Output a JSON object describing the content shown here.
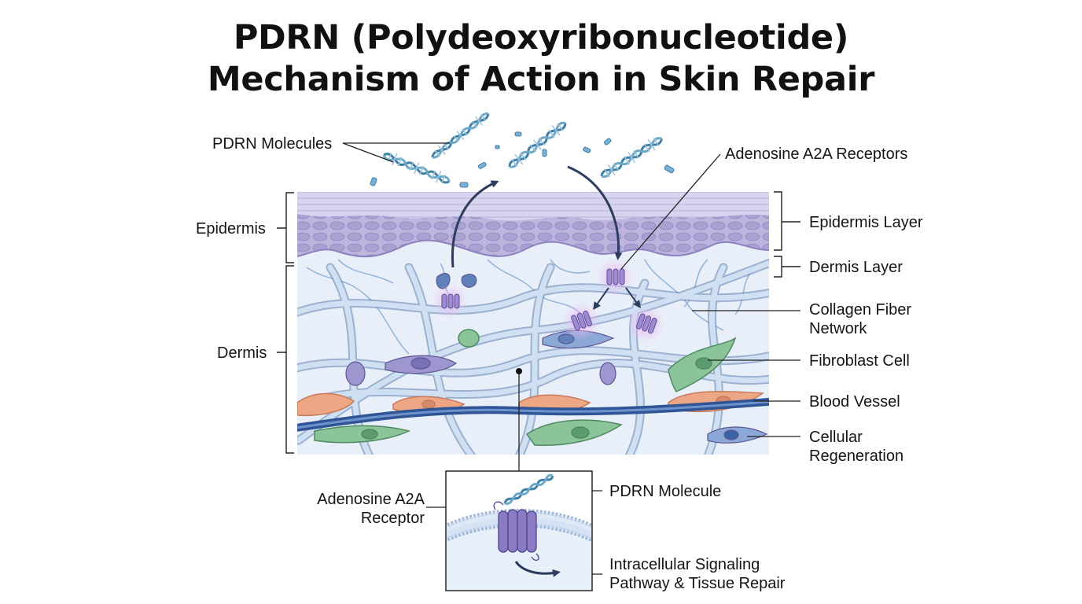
{
  "title": {
    "line1": "PDRN (Polydeoxyribonucleotide)",
    "line2": "Mechanism of Action in Skin Repair"
  },
  "labels": {
    "pdrn_molecules": "PDRN Molecules",
    "adenosine_receptors": "Adenosine A2A Receptors",
    "epidermis": "Epidermis",
    "dermis": "Dermis",
    "epidermis_layer": "Epidermis Layer",
    "dermis_layer": "Dermis Layer",
    "collagen_fiber_network": "Collagen Fiber Network",
    "fibroblast_cell": "Fibroblast Cell",
    "blood_vessel": "Blood Vessel",
    "cellular_regeneration": "Cellular Regeneration",
    "inset_adenosine_receptor": "Adenosine A2A Receptor",
    "inset_pdrn_molecule": "PDRN Molecule",
    "inset_signaling": "Intracellular Signaling Pathway & Tissue Repair"
  },
  "colors": {
    "epidermis": "#b9b3dc",
    "dermis_bg": "#e6eef8",
    "collagen": "#a9c3e0",
    "blood_vessel": "#3b63a8",
    "fibroblast_green": "#8cc49a",
    "fibroblast_orange": "#eea785",
    "receptor": "#8a7bc4",
    "receptor_glow": "#e7b6ee",
    "dna": "#3d7fa6",
    "arrow": "#2d3c5c"
  }
}
